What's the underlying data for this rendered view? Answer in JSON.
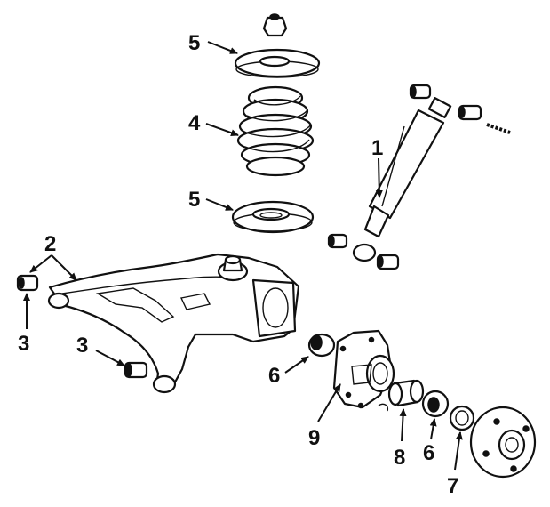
{
  "callouts": {
    "c5_top": "5",
    "c4": "4",
    "c5_bottom": "5",
    "c1": "1",
    "c2": "2",
    "c3_left": "3",
    "c3_mid": "3",
    "c6_left": "6",
    "c9": "9",
    "c8": "8",
    "c6_right": "6",
    "c7": "7"
  }
}
